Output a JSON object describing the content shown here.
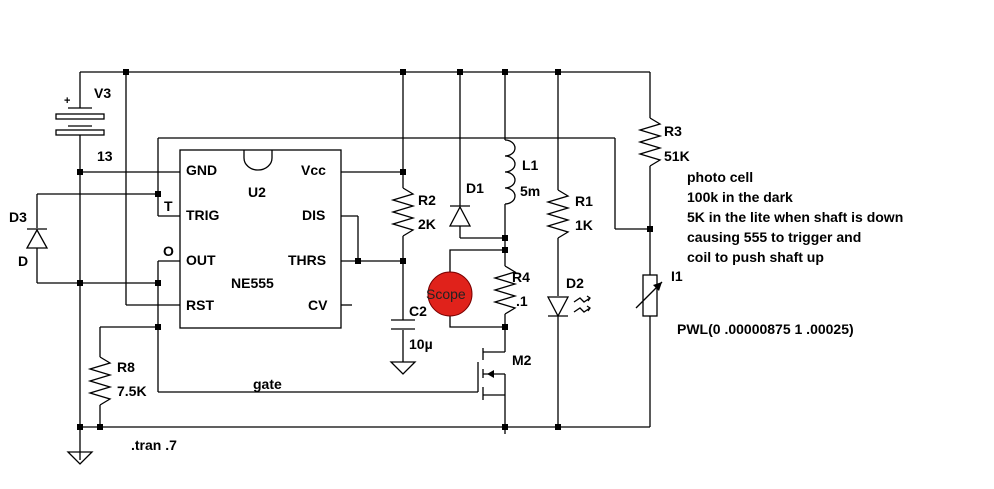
{
  "components": {
    "v3": {
      "name": "V3",
      "value": "13",
      "plus": "+"
    },
    "u2": {
      "name": "U2",
      "model": "NE555",
      "pins": {
        "gnd": "GND",
        "vcc": "Vcc",
        "trig": "TRIG",
        "dis": "DIS",
        "out": "OUT",
        "thrs": "THRS",
        "rst": "RST",
        "cv": "CV"
      }
    },
    "r2": {
      "name": "R2",
      "value": "2K"
    },
    "c2": {
      "name": "C2",
      "value": "10µ"
    },
    "d1": {
      "name": "D1"
    },
    "l1": {
      "name": "L1",
      "value": "5m"
    },
    "r1": {
      "name": "R1",
      "value": "1K"
    },
    "r3": {
      "name": "R3",
      "value": "51K"
    },
    "r4": {
      "name": "R4",
      "value": ".1"
    },
    "d2": {
      "name": "D2"
    },
    "d3": {
      "name": "D3",
      "value": "D"
    },
    "r8": {
      "name": "R8",
      "value": "7.5K"
    },
    "m2": {
      "name": "M2"
    },
    "i1": {
      "name": "I1",
      "value": "PWL(0 .00000875 1 .00025)"
    }
  },
  "nets": {
    "t": "T",
    "o": "O",
    "gate": "gate"
  },
  "scope": {
    "label": "Scope",
    "color": "#e0221b"
  },
  "note": {
    "lines": [
      "photo cell",
      "100k in the dark",
      "5K in the lite when shaft is down",
      "causing 555 to trigger and",
      "coil to push shaft up"
    ]
  },
  "directive": ".tran .7"
}
